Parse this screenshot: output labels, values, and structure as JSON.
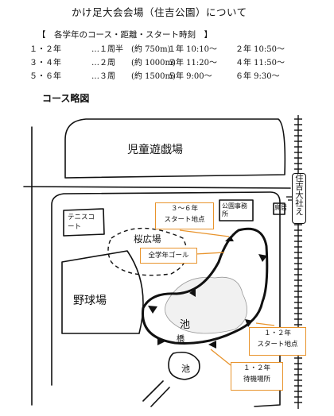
{
  "title": "かけ足大会会場（住吉公園）について",
  "schedule": {
    "heading": "【　各学年のコース・距離・スタート時刻　】",
    "rows": [
      {
        "grade": "１・２年",
        "course": "…１周半　(約 750m)",
        "start_a": "１年 10:10〜",
        "start_b": "２年 10:50〜"
      },
      {
        "grade": "３・４年",
        "course": "…２周　　(約 1000m)",
        "start_a": "３年 11:20〜",
        "start_b": "４年 11:50〜"
      },
      {
        "grade": "５・６年",
        "course": "…３周　　(約 1500m)",
        "start_a": "５年 9:00〜",
        "start_b": "６年 9:30〜"
      }
    ]
  },
  "map": {
    "title": "コース略図",
    "labels": {
      "playground": "児童遊戯場",
      "tennis": "テニスコート",
      "sakura": "桜広場",
      "office": "公園事務所",
      "baseball": "野球場",
      "pond": "池",
      "bridge": "橋",
      "pond_small": "池",
      "shrine": "住吉大社え",
      "gate": "鳥居"
    },
    "callouts": {
      "start_34_line1": "３〜６年",
      "start_34_line2": "スタート地点",
      "goal": "全学年ゴール",
      "start_12_line1": "１・２年",
      "start_12_line2": "スタート地点",
      "wait_12_line1": "１・２年",
      "wait_12_line2": "待機場所"
    },
    "callout_color": "#e8932b"
  }
}
